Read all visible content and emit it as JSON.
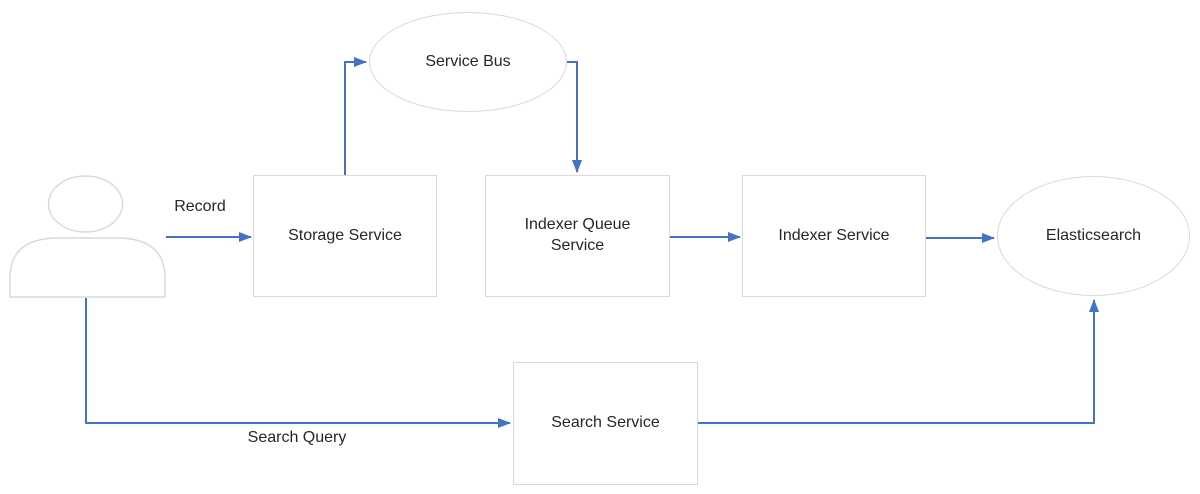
{
  "nodes": {
    "service_bus": {
      "label": "Service Bus"
    },
    "storage": {
      "label": "Storage Service"
    },
    "indexer_queue": {
      "label": "Indexer Queue Service"
    },
    "indexer": {
      "label": "Indexer Service"
    },
    "elasticsearch": {
      "label": "Elasticsearch"
    },
    "search": {
      "label": "Search Service"
    }
  },
  "edge_labels": {
    "record": "Record",
    "search_query": "Search Query"
  },
  "colors": {
    "connector": "#4472C4",
    "shape_border": "#d9d9d9",
    "text": "#262626",
    "background": "#ffffff"
  }
}
